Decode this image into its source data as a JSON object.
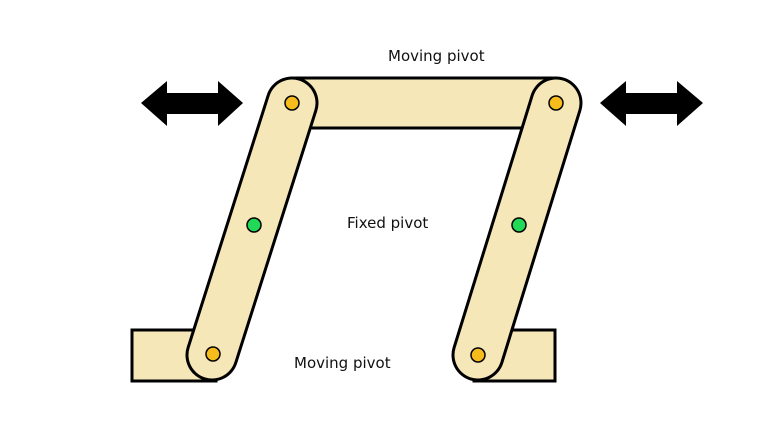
{
  "labels": {
    "top_moving_pivot": "Moving pivot",
    "fixed_pivot": "Fixed pivot",
    "bottom_moving_pivot": "Moving pivot"
  },
  "colors": {
    "link_fill": "#F5E7B7",
    "outline": "#000000",
    "moving_pivot": "#F5BC1C",
    "fixed_pivot": "#22D957"
  }
}
